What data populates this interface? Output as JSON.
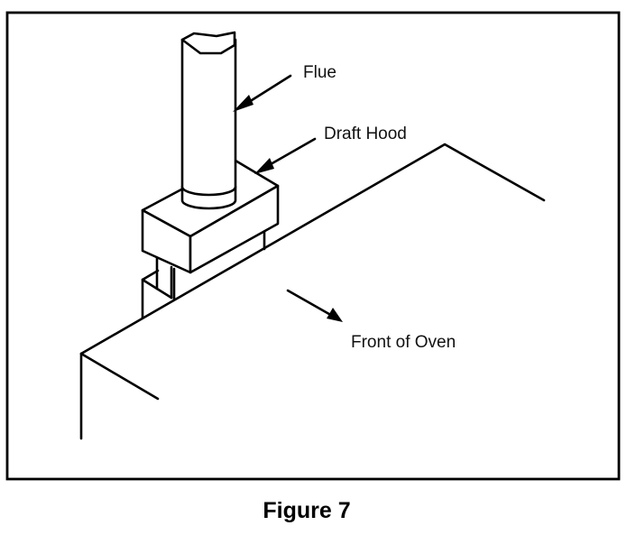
{
  "figure": {
    "caption": "Figure 7",
    "labels": {
      "flue": "Flue",
      "draft_hood": "Draft Hood",
      "front_of_oven": "Front of Oven"
    },
    "colors": {
      "line": "#000000",
      "background": "#ffffff"
    }
  }
}
